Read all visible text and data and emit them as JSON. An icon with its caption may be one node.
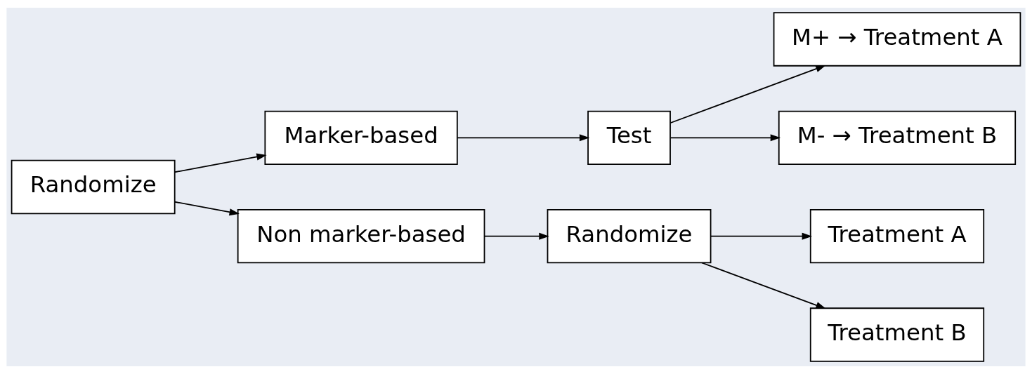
{
  "diagram": {
    "nodes": [
      {
        "text": [
          "Randomize"
        ]
      },
      {
        "text": [
          "Marker-based"
        ]
      },
      {
        "text": [
          "Test"
        ]
      },
      {
        "text": [
          "M+ → Treatment A"
        ]
      },
      {
        "text": [
          "M- → Treatment B"
        ]
      },
      {
        "text": [
          "Non marker-based"
        ]
      },
      {
        "text": [
          "Randomize"
        ]
      },
      {
        "text": [
          "Treatment A"
        ]
      },
      {
        "text": [
          "Treatment B"
        ]
      }
    ],
    "edges": [
      {
        "from": 0,
        "to": 1,
        "arrow": "to"
      },
      {
        "from": 0,
        "to": 5,
        "arrow": "to"
      },
      {
        "from": 1,
        "to": 2,
        "arrow": "to"
      },
      {
        "from": 2,
        "to": 3,
        "arrow": "to"
      },
      {
        "from": 2,
        "to": 4,
        "arrow": "to"
      },
      {
        "from": 5,
        "to": 6,
        "arrow": "to"
      },
      {
        "from": 6,
        "to": 7,
        "arrow": "to"
      },
      {
        "from": 6,
        "to": 8,
        "arrow": "to"
      }
    ]
  }
}
